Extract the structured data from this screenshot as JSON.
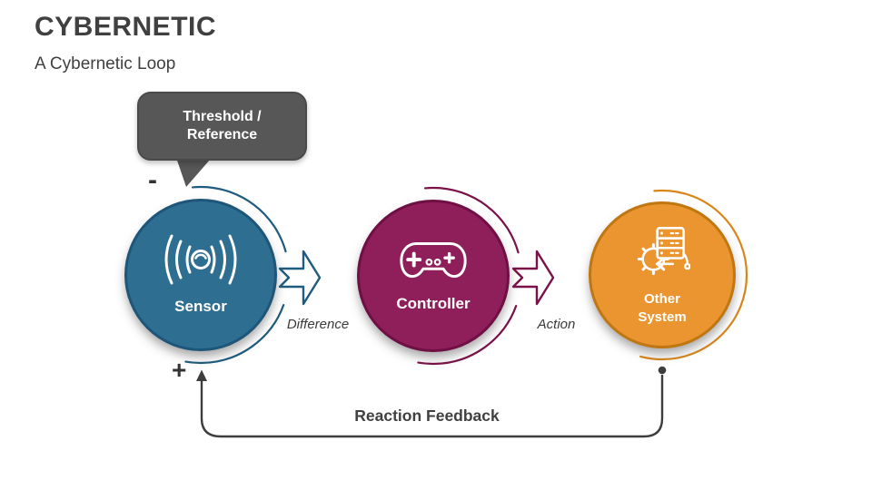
{
  "slide": {
    "title": "CYBERNETIC",
    "subtitle": "A Cybernetic Loop",
    "background": "#FFFFFF",
    "text_color": "#404040"
  },
  "callout": {
    "line1": "Threshold /",
    "line2": "Reference",
    "fill": "#575757"
  },
  "signs": {
    "minus": "-",
    "plus": "+"
  },
  "nodes": [
    {
      "label": "Sensor",
      "icon": "signal-waves-icon",
      "color": "#2E6E90",
      "accent": "#1F5B7E"
    },
    {
      "label": "Controller",
      "icon": "gamepad-icon",
      "color": "#8E1F5A",
      "accent": "#7A1148"
    },
    {
      "label": "Other System",
      "icon": "system-gear-icon",
      "color": "#EA9530",
      "accent": "#D8861B"
    }
  ],
  "flows": [
    {
      "label": "Difference"
    },
    {
      "label": "Action"
    }
  ],
  "feedback": {
    "label": "Reaction Feedback",
    "line_color": "#3D3D3D"
  }
}
